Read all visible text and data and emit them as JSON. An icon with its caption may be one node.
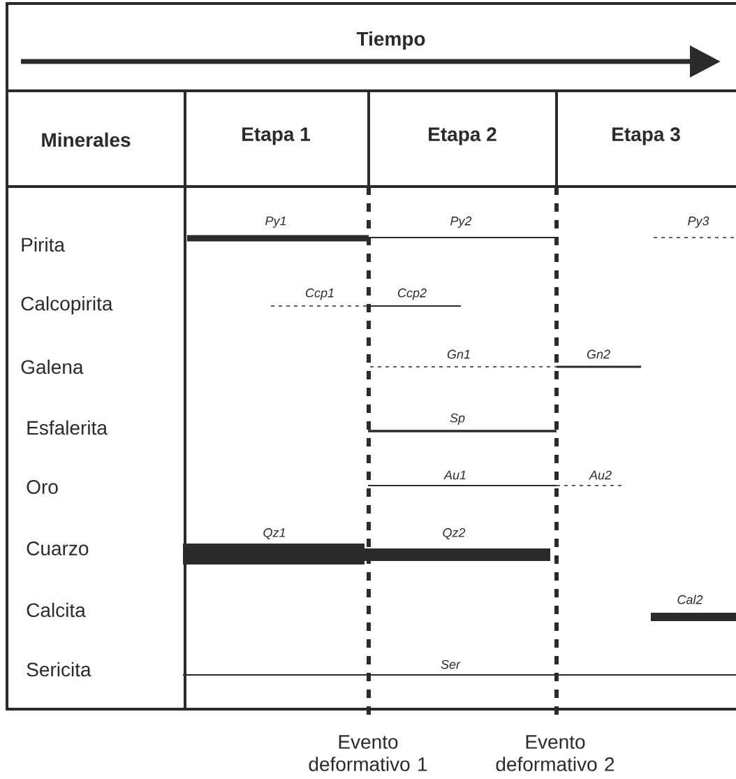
{
  "diagram": {
    "labels": [
      "Tiempo",
      "Minerales",
      "Etapa 1",
      "Etapa 2",
      "Etapa 3",
      "Pirita",
      "Py1",
      "Py2",
      "Py3",
      "Calcopirita",
      "Ccp1",
      "Ccp2",
      "Galena",
      "Gn1",
      "Gn2",
      "Esfalerita",
      "Sp",
      "Oro",
      "Au1",
      "Au2",
      "Cuarzo",
      "Qz1",
      "Qz2",
      "Calcita",
      "Cal2",
      "Sericita",
      "Ser",
      "Evento deformativo 1",
      "Evento deformativo 2"
    ]
  }
}
